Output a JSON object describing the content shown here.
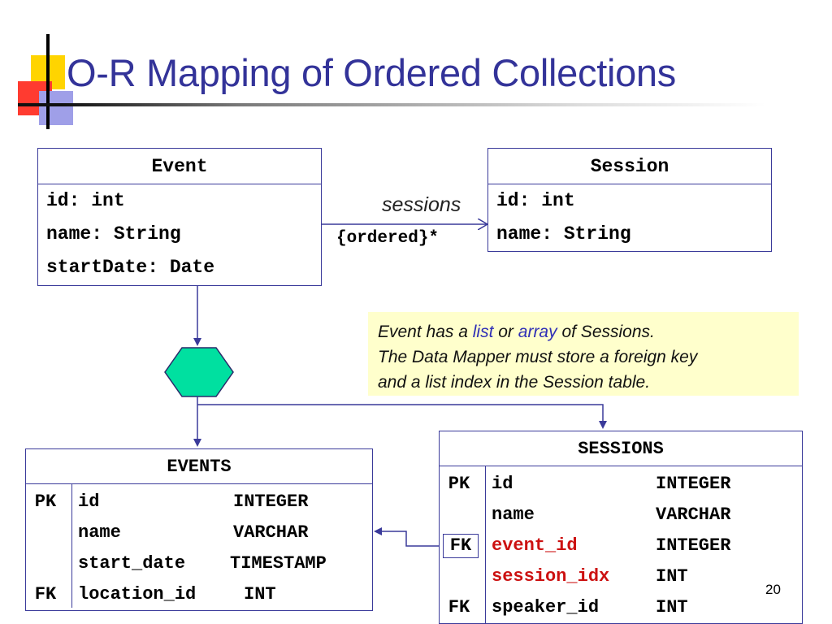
{
  "slide": {
    "title": "O-R Mapping of Ordered Collections",
    "page_number": "20"
  },
  "event_class": {
    "name": "Event",
    "attributes": [
      "id: int",
      "name: String",
      "startDate: Date"
    ]
  },
  "session_class": {
    "name": "Session",
    "attributes": [
      "id: int",
      "name: String"
    ]
  },
  "association": {
    "role": "sessions",
    "multiplicity": "{ordered}*"
  },
  "note": {
    "line1_pre": "Event has a ",
    "line1_kw1": "list",
    "line1_mid": " or ",
    "line1_kw2": "array",
    "line1_post": " of Sessions.",
    "line2": "The Data Mapper must store a foreign key",
    "line3": "and a list index in the Session table."
  },
  "events_table": {
    "name": "EVENTS",
    "rows": [
      {
        "key": "PK",
        "column": "id",
        "type": "INTEGER"
      },
      {
        "key": "",
        "column": "name",
        "type": "VARCHAR"
      },
      {
        "key": "",
        "column": "start_date",
        "type": "TIMESTAMP"
      },
      {
        "key": "FK",
        "column": "location_id",
        "type": "INT"
      }
    ]
  },
  "sessions_table": {
    "name": "SESSIONS",
    "rows": [
      {
        "key": "PK",
        "column": "id",
        "type": "INTEGER"
      },
      {
        "key": "",
        "column": "name",
        "type": "VARCHAR"
      },
      {
        "key": "FK",
        "column": "event_id",
        "type": "INTEGER"
      },
      {
        "key": "",
        "column": "session_idx",
        "type": "INT"
      },
      {
        "key": "FK",
        "column": "speaker_id",
        "type": "INT"
      }
    ]
  },
  "colors": {
    "title": "#333399",
    "border": "#3a3a9a",
    "hexagon": "#00e0a0",
    "note_bg": "#ffffcc",
    "highlight_column": "#cc1111",
    "note_keyword": "#2f2fb6"
  }
}
